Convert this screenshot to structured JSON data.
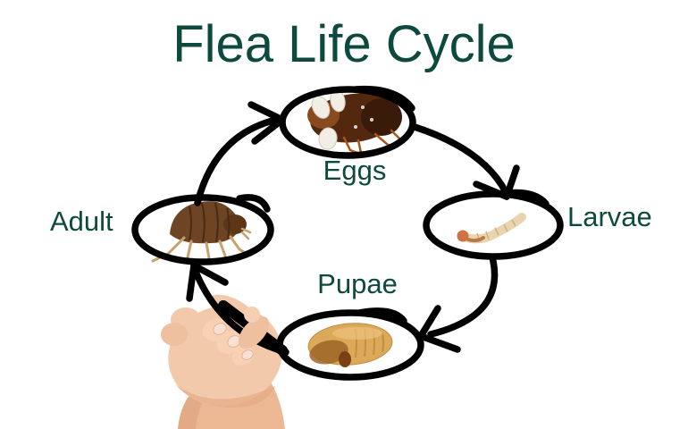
{
  "title": "Flea Life Cycle",
  "colors": {
    "accent_teal": "#0E493E",
    "ink_black": "#000000",
    "background": "#FFFFFF",
    "skin_tone": "#F2C9AB"
  },
  "cycle": {
    "stages": [
      {
        "id": "eggs",
        "label": "Eggs",
        "position": "top",
        "illustration": "flea-with-eggs-photo"
      },
      {
        "id": "larvae",
        "label": "Larvae",
        "position": "right",
        "illustration": "flea-larva-photo"
      },
      {
        "id": "pupae",
        "label": "Pupae",
        "position": "bottom",
        "illustration": "flea-pupa-photo"
      },
      {
        "id": "adult",
        "label": "Adult",
        "position": "left",
        "illustration": "adult-flea-photo"
      }
    ],
    "arrows": [
      {
        "from": "adult",
        "to": "eggs"
      },
      {
        "from": "eggs",
        "to": "larvae"
      },
      {
        "from": "larvae",
        "to": "pupae"
      },
      {
        "from": "pupae",
        "to": "adult"
      }
    ]
  },
  "decorations": {
    "hand": "hand-holding-marker"
  }
}
